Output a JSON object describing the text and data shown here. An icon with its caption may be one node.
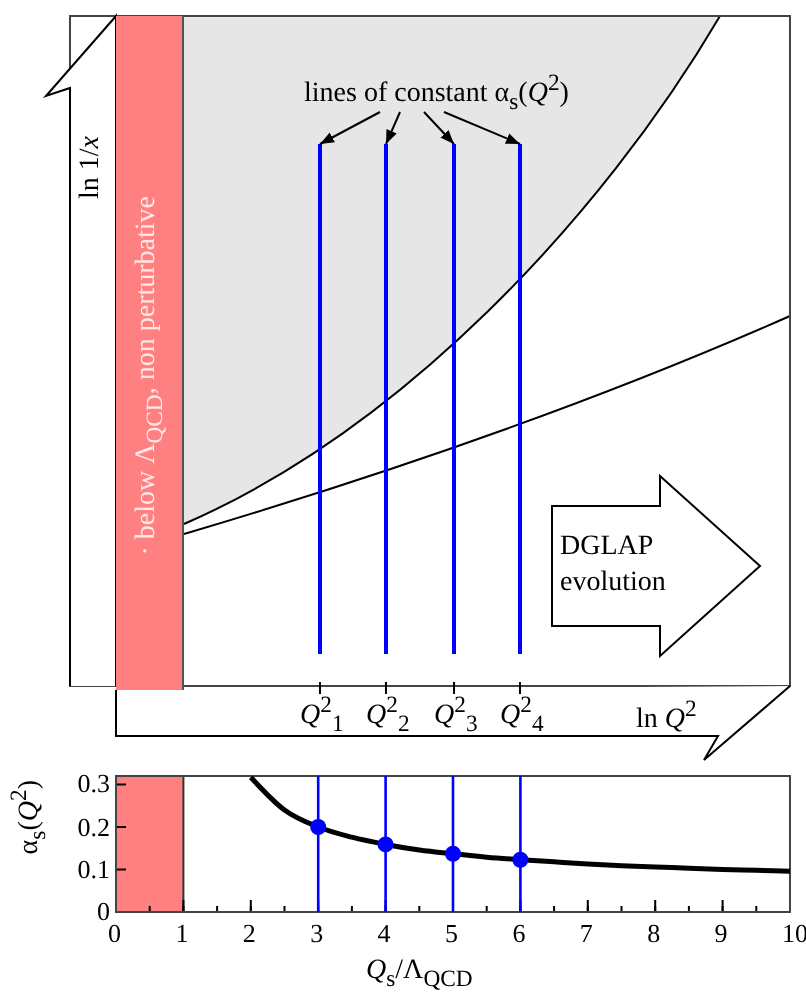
{
  "diagram": {
    "nodes": [
      {
        "text": [
          "· below Λ$_{QCD}$, non perturbative"
        ]
      },
      {
        "text": [
          "lines of constant α$_{s}$(*Q*$^{2}$)"
        ]
      },
      {
        "text": [],
        "shape": "line"
      },
      {
        "text": [],
        "shape": "line"
      },
      {
        "text": [],
        "shape": "line"
      },
      {
        "text": [],
        "shape": "line"
      },
      {
        "text": [
          "DGLAP evolution"
        ]
      }
    ],
    "edges": [
      {
        "from": 1,
        "to": 2,
        "arrow": "to"
      },
      {
        "from": 1,
        "to": 3,
        "arrow": "to"
      },
      {
        "from": 1,
        "to": 4,
        "arrow": "to"
      },
      {
        "from": 1,
        "to": 5,
        "arrow": "to"
      }
    ],
    "labels": [
      "ln 1/*x*",
      "*Q*$^{2}$$_{1}$",
      "*Q*$^{2}$$_{2}$",
      "*Q*$^{2}$$_{3}$",
      "*Q*$^{2}$$_{4}$",
      "ln *Q*$^{2}$"
    ],
    "chart_data": {
      "type": "line",
      "xlabel": "*Q*$_{s}$/Λ$_{QCD}$",
      "ylabel": "α$_{s}$(*Q*$^{2}$)",
      "x": [
        2,
        2.5,
        3,
        3.5,
        4,
        4.5,
        5,
        5.5,
        6,
        6.5,
        7,
        7.5,
        8,
        8.5,
        9,
        9.5,
        10
      ],
      "series": [
        {
          "color": "#000000",
          "values": [
            0.317,
            0.24,
            0.2,
            0.176,
            0.159,
            0.146,
            0.137,
            0.129,
            0.123,
            0.118,
            0.113,
            0.109,
            0.106,
            0.103,
            0.1,
            0.098,
            0.096
          ]
        }
      ],
      "ref_lines": [
        {
          "axis": "x",
          "value": 3,
          "color": "#0000ff"
        },
        {
          "axis": "x",
          "value": 4,
          "color": "#0000ff"
        },
        {
          "axis": "x",
          "value": 5,
          "color": "#0000ff"
        },
        {
          "axis": "x",
          "value": 6,
          "color": "#0000ff"
        }
      ],
      "bands": [
        {
          "axis": "x",
          "from": 0,
          "to": 1,
          "color": "#ff8080"
        }
      ],
      "xlim": [
        0,
        10
      ],
      "ylim": [
        0,
        0.32
      ],
      "xticks": [
        0,
        1,
        2,
        3,
        4,
        5,
        6,
        7,
        8,
        9,
        10
      ],
      "yticks": [
        0,
        0.1,
        0.2,
        0.3
      ]
    }
  }
}
